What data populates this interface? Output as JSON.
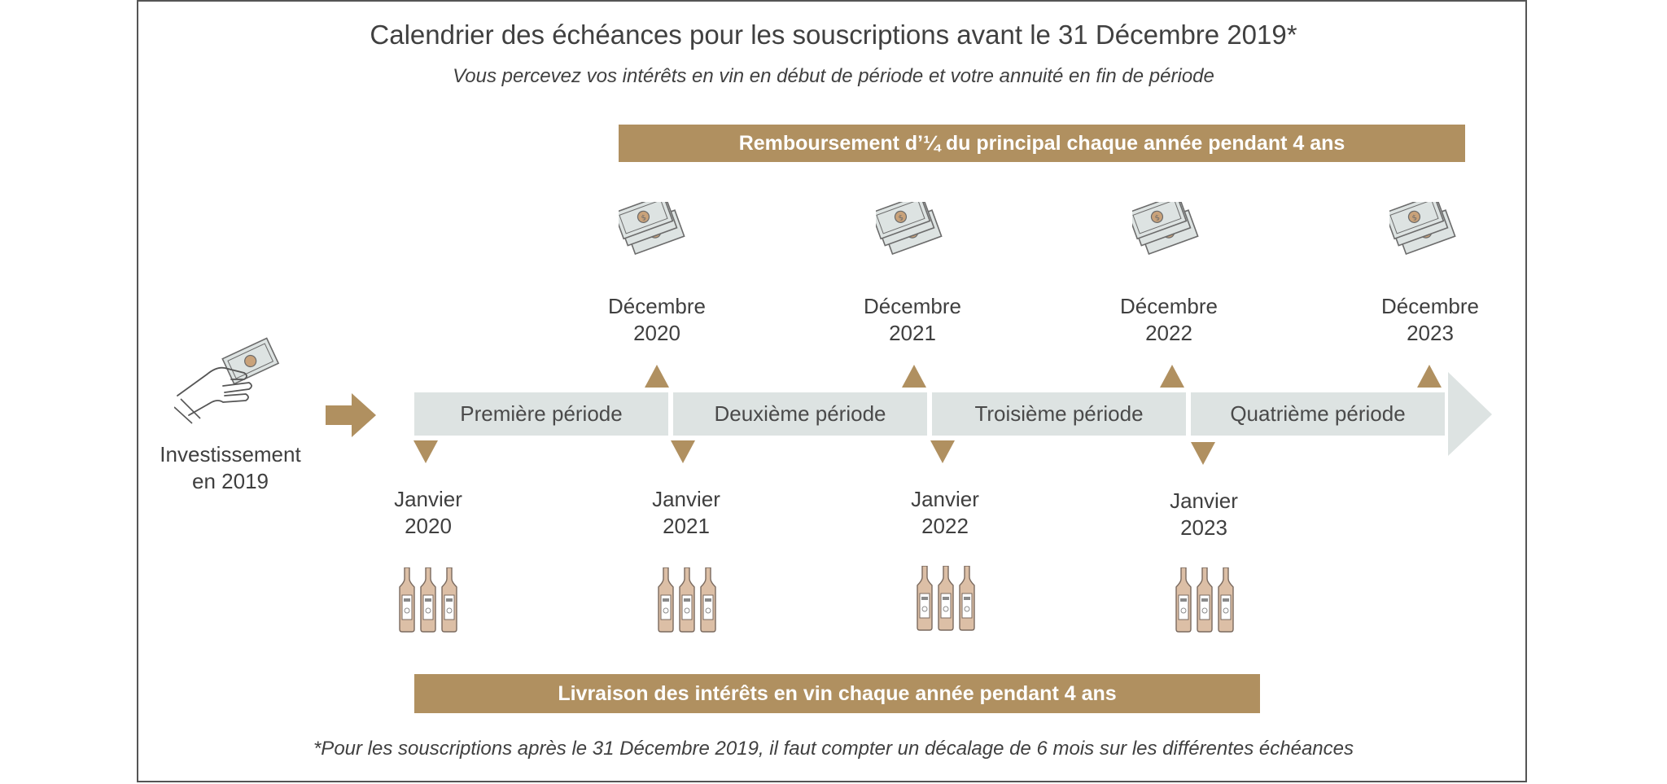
{
  "title": "Calendrier des échéances pour les souscriptions avant le 31 Décembre 2019*",
  "subtitle": "Vous percevez vos intérêts en vin en début de période et votre annuité en fin de période",
  "band_top": "Remboursement d’¼ du principal chaque année pendant 4 ans",
  "band_bottom": "Livraison des intérêts en vin chaque année pendant 4 ans",
  "investment": {
    "line1": "Investissement",
    "line2": "en 2019",
    "icon": "hand-money-icon"
  },
  "periods": [
    {
      "label": "Première période"
    },
    {
      "label": "Deuxième période"
    },
    {
      "label": "Troisième période"
    },
    {
      "label": "Quatrième période"
    }
  ],
  "decembers": [
    {
      "month": "Décembre",
      "year": "2020"
    },
    {
      "month": "Décembre",
      "year": "2021"
    },
    {
      "month": "Décembre",
      "year": "2022"
    },
    {
      "month": "Décembre",
      "year": "2023"
    }
  ],
  "januaries": [
    {
      "month": "Janvier",
      "year": "2020"
    },
    {
      "month": "Janvier",
      "year": "2021"
    },
    {
      "month": "Janvier",
      "year": "2022"
    },
    {
      "month": "Janvier",
      "year": "2023"
    }
  ],
  "icons": {
    "money": "money-bills-icon",
    "wine": "wine-bottles-icon",
    "arrow": "arrow-right-icon"
  },
  "colors": {
    "accent": "#b09060",
    "timeline": "#dde3e2",
    "text": "#404040"
  },
  "footnote": "*Pour les souscriptions après le 31 Décembre 2019, il faut compter un décalage de 6 mois sur les différentes échéances"
}
